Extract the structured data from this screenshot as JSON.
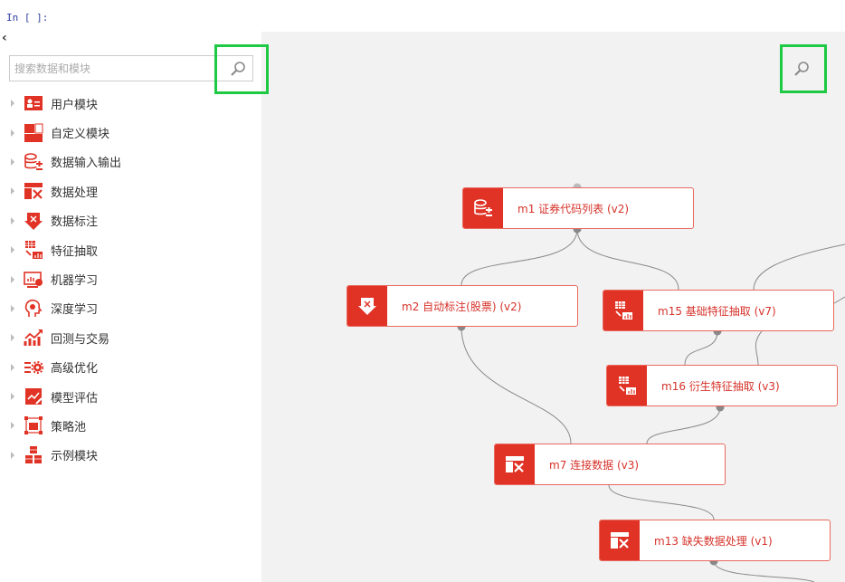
{
  "cell_prompt": "In [ ]:",
  "collapse_glyph": "‹",
  "search": {
    "placeholder": "搜索数据和模块"
  },
  "tree": [
    {
      "label": "用户模块",
      "icon": "user-card-icon"
    },
    {
      "label": "自定义模块",
      "icon": "custom-blocks-icon"
    },
    {
      "label": "数据输入输出",
      "icon": "database-io-icon"
    },
    {
      "label": "数据处理",
      "icon": "data-processing-icon"
    },
    {
      "label": "数据标注",
      "icon": "label-arrow-icon"
    },
    {
      "label": "特征抽取",
      "icon": "feature-extract-icon"
    },
    {
      "label": "机器学习",
      "icon": "machine-learning-icon"
    },
    {
      "label": "深度学习",
      "icon": "deep-learning-icon"
    },
    {
      "label": "回测与交易",
      "icon": "backtest-chart-icon"
    },
    {
      "label": "高级优化",
      "icon": "gear-list-icon"
    },
    {
      "label": "模型评估",
      "icon": "model-eval-icon"
    },
    {
      "label": "策略池",
      "icon": "strategy-pool-icon"
    },
    {
      "label": "示例模块",
      "icon": "cubes-icon"
    }
  ],
  "nodes": [
    {
      "id": "m1",
      "label": "m1 证券代码列表 (v2)",
      "icon": "database-io-icon"
    },
    {
      "id": "m2",
      "label": "m2 自动标注(股票) (v2)",
      "icon": "label-arrow-icon"
    },
    {
      "id": "m15",
      "label": "m15 基础特征抽取 (v7)",
      "icon": "feature-extract-icon"
    },
    {
      "id": "m16",
      "label": "m16 衍生特征抽取 (v3)",
      "icon": "feature-extract-icon"
    },
    {
      "id": "m7",
      "label": "m7 连接数据 (v3)",
      "icon": "data-processing-icon"
    },
    {
      "id": "m13",
      "label": "m13 缺失数据处理 (v1)",
      "icon": "data-processing-icon"
    }
  ],
  "colors": {
    "accent": "#e03326",
    "highlight": "#1ec943",
    "canvas": "#f2f2f2"
  }
}
